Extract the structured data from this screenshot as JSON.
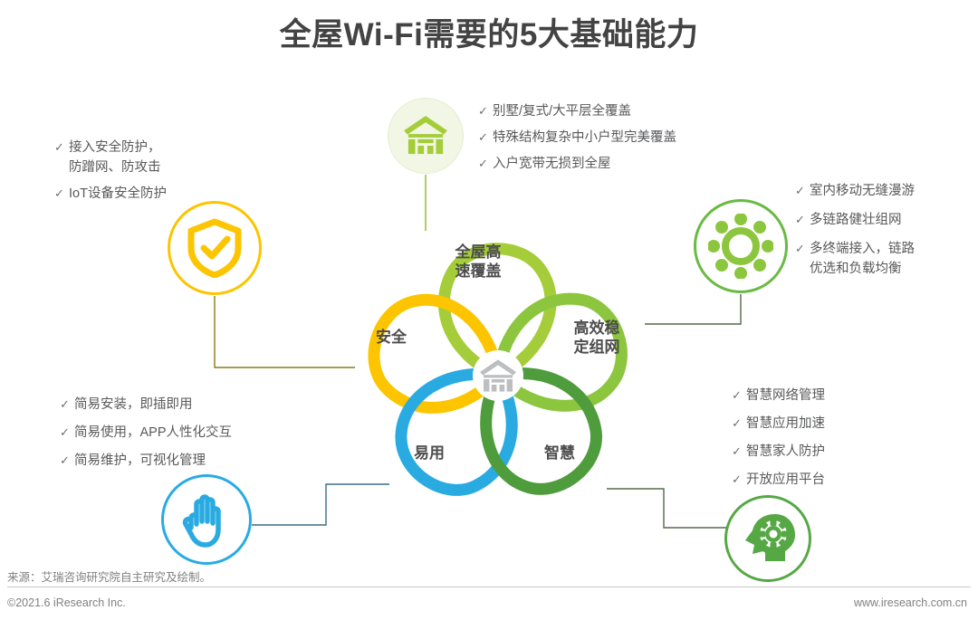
{
  "page": {
    "title": "全屋Wi-Fi需要的5大基础能力"
  },
  "colors": {
    "yellow": "#fcc500",
    "light_green": "#a4cd39",
    "mid_green": "#8cc63f",
    "green": "#6aba44",
    "dark_green": "#4f9c3d",
    "blue": "#29abe2",
    "center_grey": "#bcbec0",
    "text": "#58595b"
  },
  "petals": [
    {
      "id": "top",
      "label": "全屋高\n速覆盖",
      "color": "#a4cd39"
    },
    {
      "id": "left",
      "label": "安全",
      "color": "#fcc500"
    },
    {
      "id": "right",
      "label": "高效稳\n定组网",
      "color": "#8cc63f"
    },
    {
      "id": "botleft",
      "label": "易用",
      "color": "#29abe2"
    },
    {
      "id": "botright",
      "label": "智慧",
      "color": "#4f9c3d"
    }
  ],
  "center_icon": "house-icon",
  "blocks": {
    "top": {
      "icon": "house-icon",
      "items": [
        "别墅/复式/大平层全覆盖",
        "特殊结构复杂中小户型完美覆盖",
        "入户宽带无损到全屋"
      ]
    },
    "left_top": {
      "icon": "shield-check-icon",
      "items": [
        "接入安全防护，\n防蹭网、防攻击",
        "IoT设备安全防护"
      ]
    },
    "right_top": {
      "icon": "network-nodes-icon",
      "items": [
        "室内移动无缝漫游",
        "多链路健壮组网",
        "多终端接入，链路\n优选和负载均衡"
      ]
    },
    "left_bottom": {
      "icon": "hand-icon",
      "items": [
        "简易安装，即插即用",
        "简易使用，APP人性化交互",
        "简易维护，可视化管理"
      ]
    },
    "right_bottom": {
      "icon": "brain-gear-icon",
      "items": [
        "智慧网络管理",
        "智慧应用加速",
        "智慧家人防护",
        "开放应用平台"
      ]
    }
  },
  "tick": "✓",
  "footer": {
    "source": "来源：艾瑞咨询研究院自主研究及绘制。",
    "copyright": "©2021.6 iResearch Inc.",
    "website": "www.iresearch.com.cn"
  }
}
